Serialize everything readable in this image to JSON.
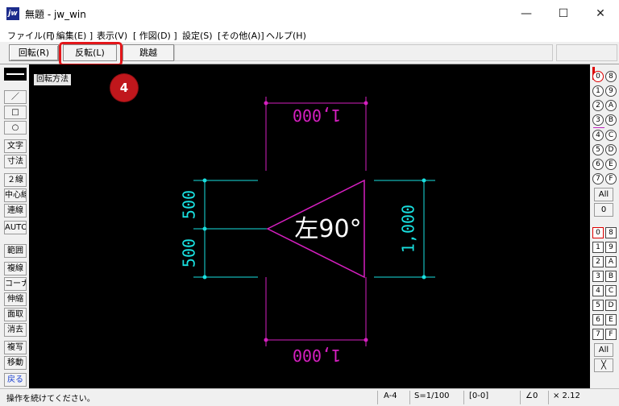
{
  "window": {
    "app_icon": "jw",
    "title": "無題 - jw_win",
    "minimize_glyph": "—",
    "maximize_glyph": "☐",
    "close_glyph": "✕"
  },
  "menu": [
    "ファイル(F)",
    "[ 編集(E) ]",
    "表示(V)",
    "[ 作図(D) ]",
    "設定(S)",
    "[その他(A)]",
    "ヘルプ(H)"
  ],
  "toolbar": {
    "rotate": "回転(R)",
    "flip": "反転(L)",
    "jump": "跳越"
  },
  "annotation": {
    "step_number": "4",
    "highlight_color": "#e3161a"
  },
  "left_tools": [
    "／",
    "□",
    "○",
    "文字",
    "寸法",
    "２線",
    "中心線",
    "連線",
    "AUTO",
    "範囲",
    "複線",
    "コーナー",
    "伸縮",
    "面取",
    "消去",
    "複写",
    "移動",
    "戻る"
  ],
  "canvas": {
    "mode_label": "回転方法",
    "center_text": "左90°",
    "dim_top": "1,000",
    "dim_bottom": "1,000",
    "dim_left_upper": "500",
    "dim_left_lower": "500",
    "dim_right": "1,000",
    "colors": {
      "background": "#000000",
      "triangle": "#d61fc0",
      "dim_cyan": "#19e0e0",
      "dim_magenta": "#d61fc0",
      "text": "#ffffff"
    }
  },
  "layers_top": [
    "0",
    "8",
    "1",
    "9",
    "2",
    "A",
    "3",
    "B",
    "4",
    "C",
    "5",
    "D",
    "6",
    "E",
    "7",
    "F"
  ],
  "layers_top_all": "All",
  "layers_top_zero": "0",
  "layers_bottom": [
    "0",
    "8",
    "1",
    "9",
    "2",
    "A",
    "3",
    "B",
    "4",
    "C",
    "5",
    "D",
    "6",
    "E",
    "7",
    "F"
  ],
  "layers_bottom_all": "All",
  "layers_bottom_x": "╳",
  "status": {
    "message": "操作を続けてください。",
    "paper": "A-4",
    "scale": "S=1/100",
    "group": "[0-0]",
    "angle": "∠0",
    "zoom": "× 2.12"
  }
}
